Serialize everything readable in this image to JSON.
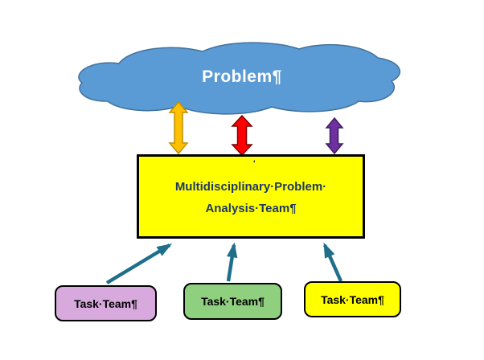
{
  "diagram": {
    "problem_label": "Problem¶",
    "analysis_box": {
      "line1": "Multidisciplinary·Problem·",
      "line2": "Analysis·Team¶",
      "stray_mark": "'",
      "fill": "#FFFF00",
      "text_color": "#1F3864"
    },
    "task_teams": [
      {
        "label": "Task·Team¶",
        "fill": "#D7A9DC"
      },
      {
        "label": "Task·Team¶",
        "fill": "#8FD07F"
      },
      {
        "label": "Task·Team¶",
        "fill": "#FFFF00"
      }
    ],
    "colors": {
      "cloud_fill": "#5B9BD5",
      "cloud_stroke": "#41719C",
      "arrow_gold": "#FFC000",
      "arrow_red": "#FF0000",
      "arrow_purple": "#7030A0",
      "arrow_teal": "#1F6F8B"
    }
  }
}
